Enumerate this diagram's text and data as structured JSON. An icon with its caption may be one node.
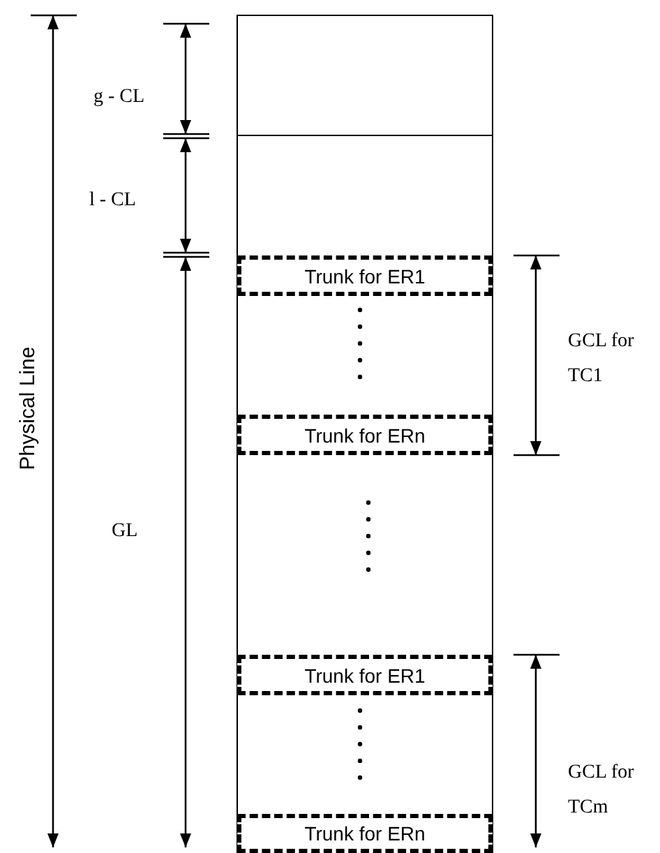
{
  "diagram": {
    "nodes": [
      {
        "text": [
          "Trunk for ER1"
        ]
      },
      {
        "text": [
          "Trunk for ERn"
        ]
      },
      {
        "text": [
          "Trunk for ER1"
        ]
      },
      {
        "text": [
          "Trunk for ERn"
        ]
      }
    ],
    "edges": [],
    "labels": [
      "Physical Line",
      "g - CL",
      "l - CL",
      "GL",
      "GCL for TC1",
      "GCL for TCm"
    ]
  }
}
